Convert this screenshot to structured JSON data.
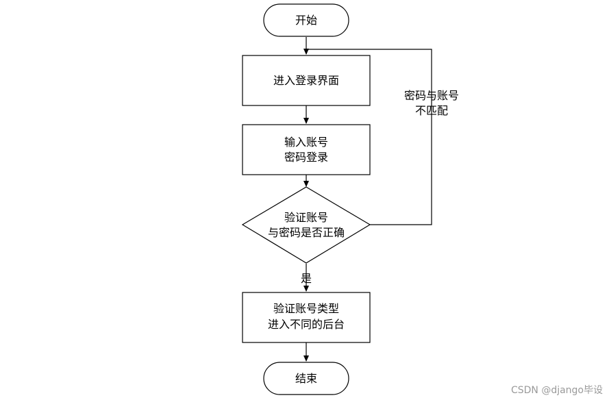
{
  "flowchart": {
    "start": {
      "label": "开始"
    },
    "login_page": {
      "label": "进入登录界面"
    },
    "input": {
      "line1": "输入账号",
      "line2": "密码登录"
    },
    "verify": {
      "line1": "验证账号",
      "line2": "与密码是否正确"
    },
    "dispatch": {
      "line1": "验证账号类型",
      "line2": "进入不同的后台"
    },
    "end": {
      "label": "结束"
    },
    "edge_yes": {
      "label": "是"
    },
    "edge_mismatch": {
      "line1": "密码与账号",
      "line2": "不匹配"
    }
  },
  "watermark": {
    "text": "CSDN @django毕设"
  }
}
